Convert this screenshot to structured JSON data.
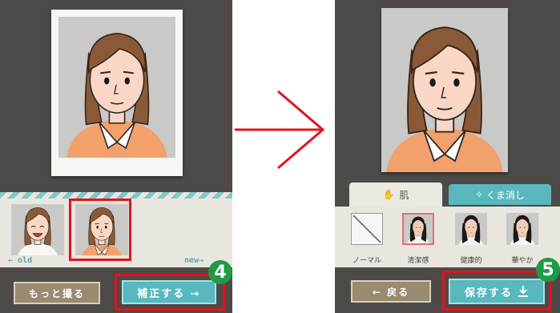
{
  "screen_before": {
    "thumbs_hint_left": "← old",
    "thumbs_hint_right": "new→",
    "retake_label": "もっと撮る",
    "correct_label": "補正する →",
    "step_badge": "4"
  },
  "flow_arrow": "arrow-right-icon",
  "screen_after": {
    "tab_skin_label": "肌",
    "tab_circles_label": "くま消し",
    "filters": [
      {
        "label": "ノーマル"
      },
      {
        "label": "清潔感"
      },
      {
        "label": "健康的"
      },
      {
        "label": "華やか"
      }
    ],
    "back_label": "← 戻る",
    "save_label": "保存する",
    "step_badge": "5"
  },
  "colors": {
    "frame_dark": "#4d4a47",
    "highlight_red": "#e0141e",
    "accent_teal": "#58b8be",
    "button_brown": "#9a8a70",
    "badge_green": "#1f9a45"
  }
}
